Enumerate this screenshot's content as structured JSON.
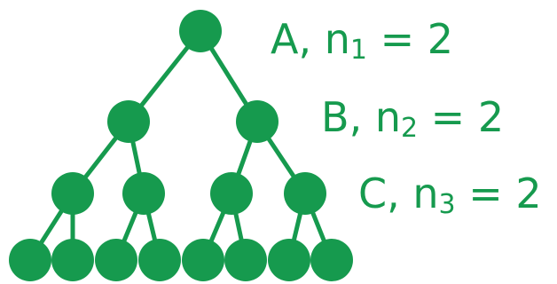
{
  "colors": {
    "node": "#169a4e",
    "edge": "#169a4e",
    "text": "#169a4e",
    "background": "#ffffff"
  },
  "tree": {
    "branching": [
      2,
      2,
      2
    ],
    "levels": 4
  },
  "labels": [
    {
      "letter": "A",
      "sep": ", ",
      "var": "n",
      "sub": "1",
      "eq": " = ",
      "value": "2"
    },
    {
      "letter": "B",
      "sep": ", ",
      "var": "n",
      "sub": "2",
      "eq": " = ",
      "value": "2"
    },
    {
      "letter": "C",
      "sep": ", ",
      "var": "n",
      "sub": "3",
      "eq": " = ",
      "value": "2"
    }
  ]
}
